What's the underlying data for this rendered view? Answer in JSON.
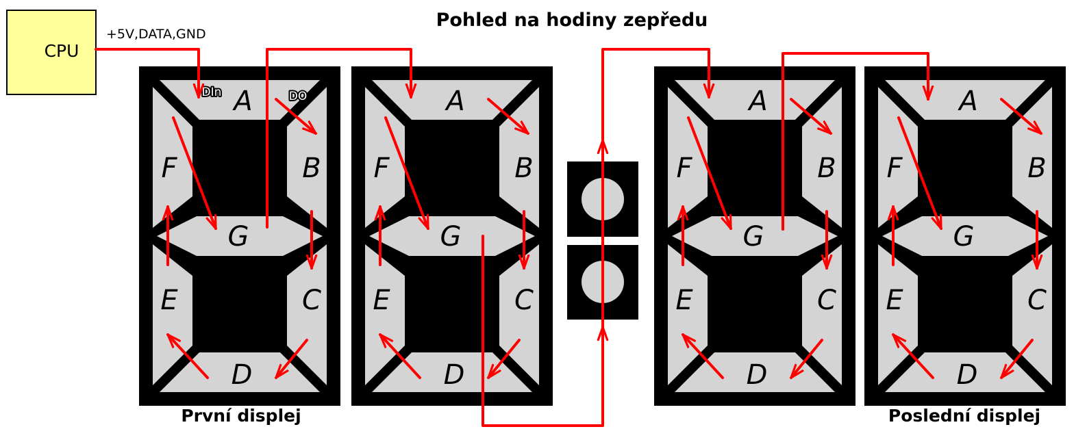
{
  "title": "Pohled na hodiny zepředu",
  "cpu": {
    "label": "CPU"
  },
  "bus_label": "+5V,DATA,GND",
  "pins": {
    "data_in": "DIn",
    "data_out": "DO"
  },
  "segment_labels": {
    "a": "A",
    "b": "B",
    "c": "C",
    "d": "D",
    "e": "E",
    "f": "F",
    "g": "G"
  },
  "captions": {
    "first_display": "První displej",
    "last_display": "Poslední displej"
  },
  "colors": {
    "wire": "#ff0000",
    "cpu_fill": "#ffff99",
    "display_background": "#000000",
    "segment_fill": "#d4d4d4",
    "page_background": "#ffffff"
  }
}
